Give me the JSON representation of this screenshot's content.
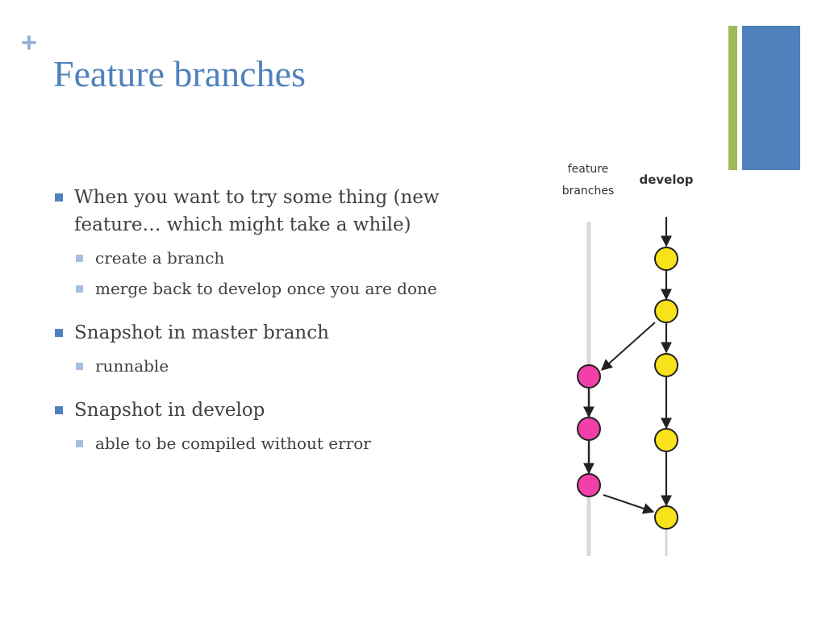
{
  "slide": {
    "plus_mark": "+",
    "title": "Feature branches"
  },
  "bullets": [
    {
      "text": "When you want to try some thing (new feature… which might take a while)",
      "sub": [
        "create a branch",
        "merge back to develop once you are done"
      ]
    },
    {
      "text": "Snapshot in master branch",
      "sub": [
        "runnable"
      ]
    },
    {
      "text": "Snapshot in develop",
      "sub": [
        "able to be compiled without error"
      ]
    }
  ],
  "diagram": {
    "labels": {
      "feature": "feature branches",
      "develop": "develop"
    },
    "colors": {
      "feature_commit": "#f23fa9",
      "develop_commit": "#f8e21a",
      "lane_line": "#d9d9d9",
      "arrow": "#222222",
      "accent_blue": "#4f81bd",
      "accent_green": "#9bbb59"
    },
    "feature_commits": 3,
    "develop_commits": 5
  }
}
